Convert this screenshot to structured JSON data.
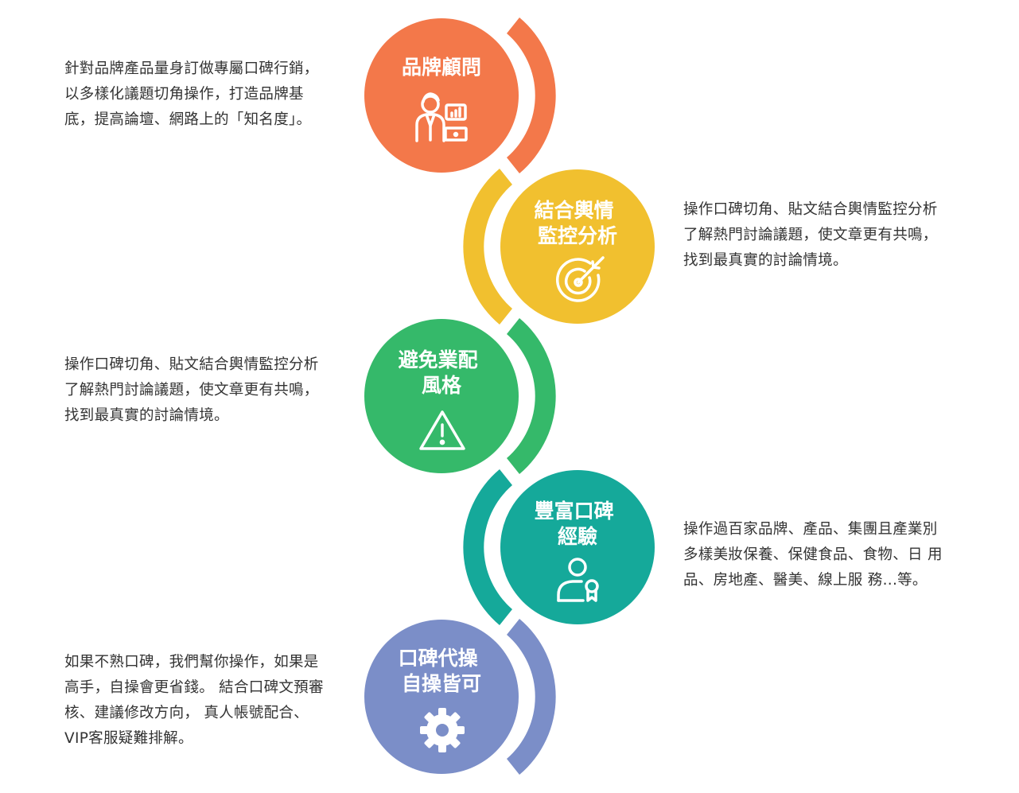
{
  "steps": [
    {
      "title_lines": [
        "品牌顧問"
      ],
      "description_lines": [
        "針對品牌產品量身訂做專屬口碑行銷，",
        "以多樣化議題切角操作，打造品牌基",
        "底，提高論壇、網路上的「知名度」。"
      ],
      "icon": "consultant-presentation-icon",
      "color": "#f3784a"
    },
    {
      "title_lines": [
        "結合輿情",
        "監控分析"
      ],
      "description_lines": [
        "操作口碑切角、貼文結合輿情監控分析",
        "了解熱門討論議題，使文章更有共鳴，",
        "找到最真實的討論情境。"
      ],
      "icon": "target-icon",
      "color": "#f1c02f"
    },
    {
      "title_lines": [
        "避免業配",
        "風格"
      ],
      "description_lines": [
        "操作口碑切角、貼文結合輿情監控分析",
        "了解熱門討論議題，使文章更有共鳴，",
        "找到最真實的討論情境。"
      ],
      "icon": "warning-icon",
      "color": "#35b96a"
    },
    {
      "title_lines": [
        "豐富口碑",
        "經驗"
      ],
      "description_lines": [
        "操作過百家品牌、產品、集團且產業別",
        "多樣美妝保養、保健食品、食物、日 用",
        "品、房地產、醫美、線上服 務...等。"
      ],
      "icon": "certified-user-icon",
      "color": "#15a99a"
    },
    {
      "title_lines": [
        "口碑代操",
        "自操皆可"
      ],
      "description_lines": [
        "如果不熟口碑，我們幫你操作，如果是",
        "高手，自操會更省錢。 結合口碑文預審",
        "核、建議修改方向， 真人帳號配合、",
        "VIP客服疑難排解。"
      ],
      "icon": "gear-icon",
      "color": "#7b8ec8"
    }
  ]
}
